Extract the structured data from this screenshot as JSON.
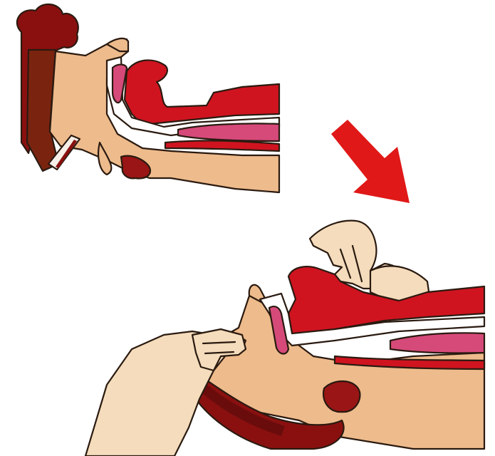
{
  "diagram": {
    "panels": [
      {
        "id": "before",
        "subject": "head-tilted-forward-airway-blocked"
      },
      {
        "id": "after",
        "subject": "head-tilted-back-chin-lift-airway-open"
      }
    ],
    "arrow": {
      "direction": "down-right",
      "color": "#e01818"
    },
    "colors": {
      "skin": "#eebb8c",
      "hand_skin": "#f4dcbc",
      "airway_red": "#cf1420",
      "dark_red": "#8a1010",
      "brown_red": "#7a2410",
      "pink": "#d64a7a",
      "outline": "#2a1a10"
    }
  }
}
